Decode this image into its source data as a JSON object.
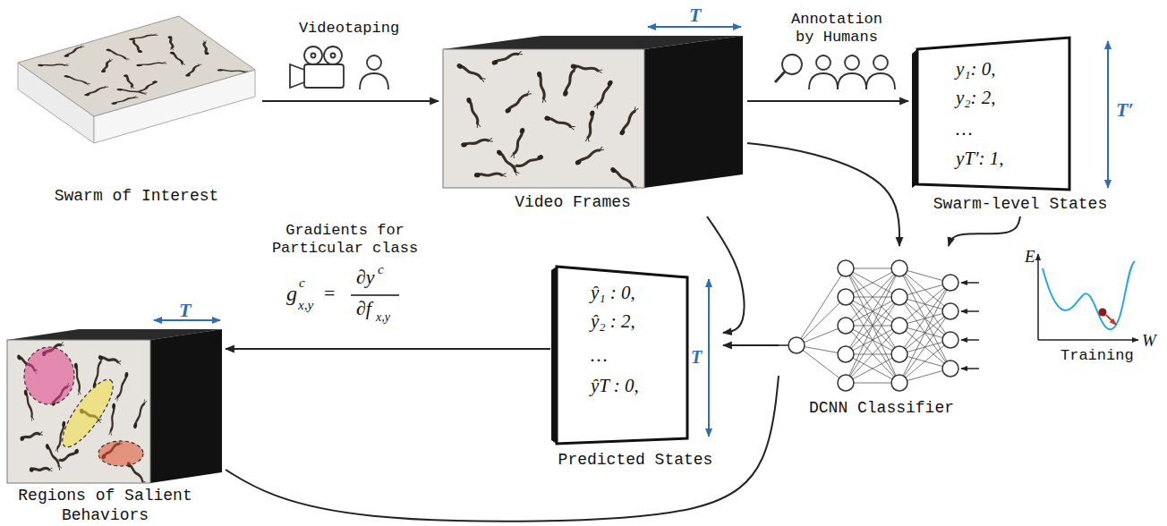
{
  "diagram": {
    "nodes": [
      {
        "text": [
          "Swarm of Interest"
        ]
      },
      {
        "text": [
          "Video Frames"
        ]
      },
      {
        "text": [
          "y₁: 0,",
          "y₂: 2,",
          "…",
          "yT′: 1,",
          "Swarm-level States"
        ]
      },
      {
        "text": [
          "Regions of Salient Behaviors"
        ]
      },
      {
        "text": [
          "ŷ₁ : 0,",
          "ŷ₂ : 2,",
          "…",
          "ŷT : 0,",
          "Predicted States"
        ]
      },
      {
        "text": [
          "DCNN Classifier"
        ]
      }
    ],
    "edges": [
      {
        "from": 0,
        "to": 1,
        "arrow": "to",
        "label": "Videotaping"
      },
      {
        "from": 1,
        "to": 2,
        "arrow": "to",
        "label": "Annotation by Humans"
      },
      {
        "from": 2,
        "to": 5,
        "arrow": "to"
      },
      {
        "from": 1,
        "to": 5,
        "arrow": "to"
      },
      {
        "from": 1,
        "to": 4,
        "arrow": "to"
      },
      {
        "from": 5,
        "to": 4,
        "arrow": "to"
      },
      {
        "from": 4,
        "to": 3,
        "arrow": "to",
        "label": "Gradients for Particular class"
      },
      {
        "from": 5,
        "to": 3,
        "arrow": "none"
      }
    ],
    "labels": [
      "T",
      "T′",
      "E",
      "W",
      "Training",
      "g",
      "c",
      "x,y",
      "=",
      "∂y",
      "c",
      "∂f",
      "x,y",
      "T",
      "T"
    ]
  }
}
